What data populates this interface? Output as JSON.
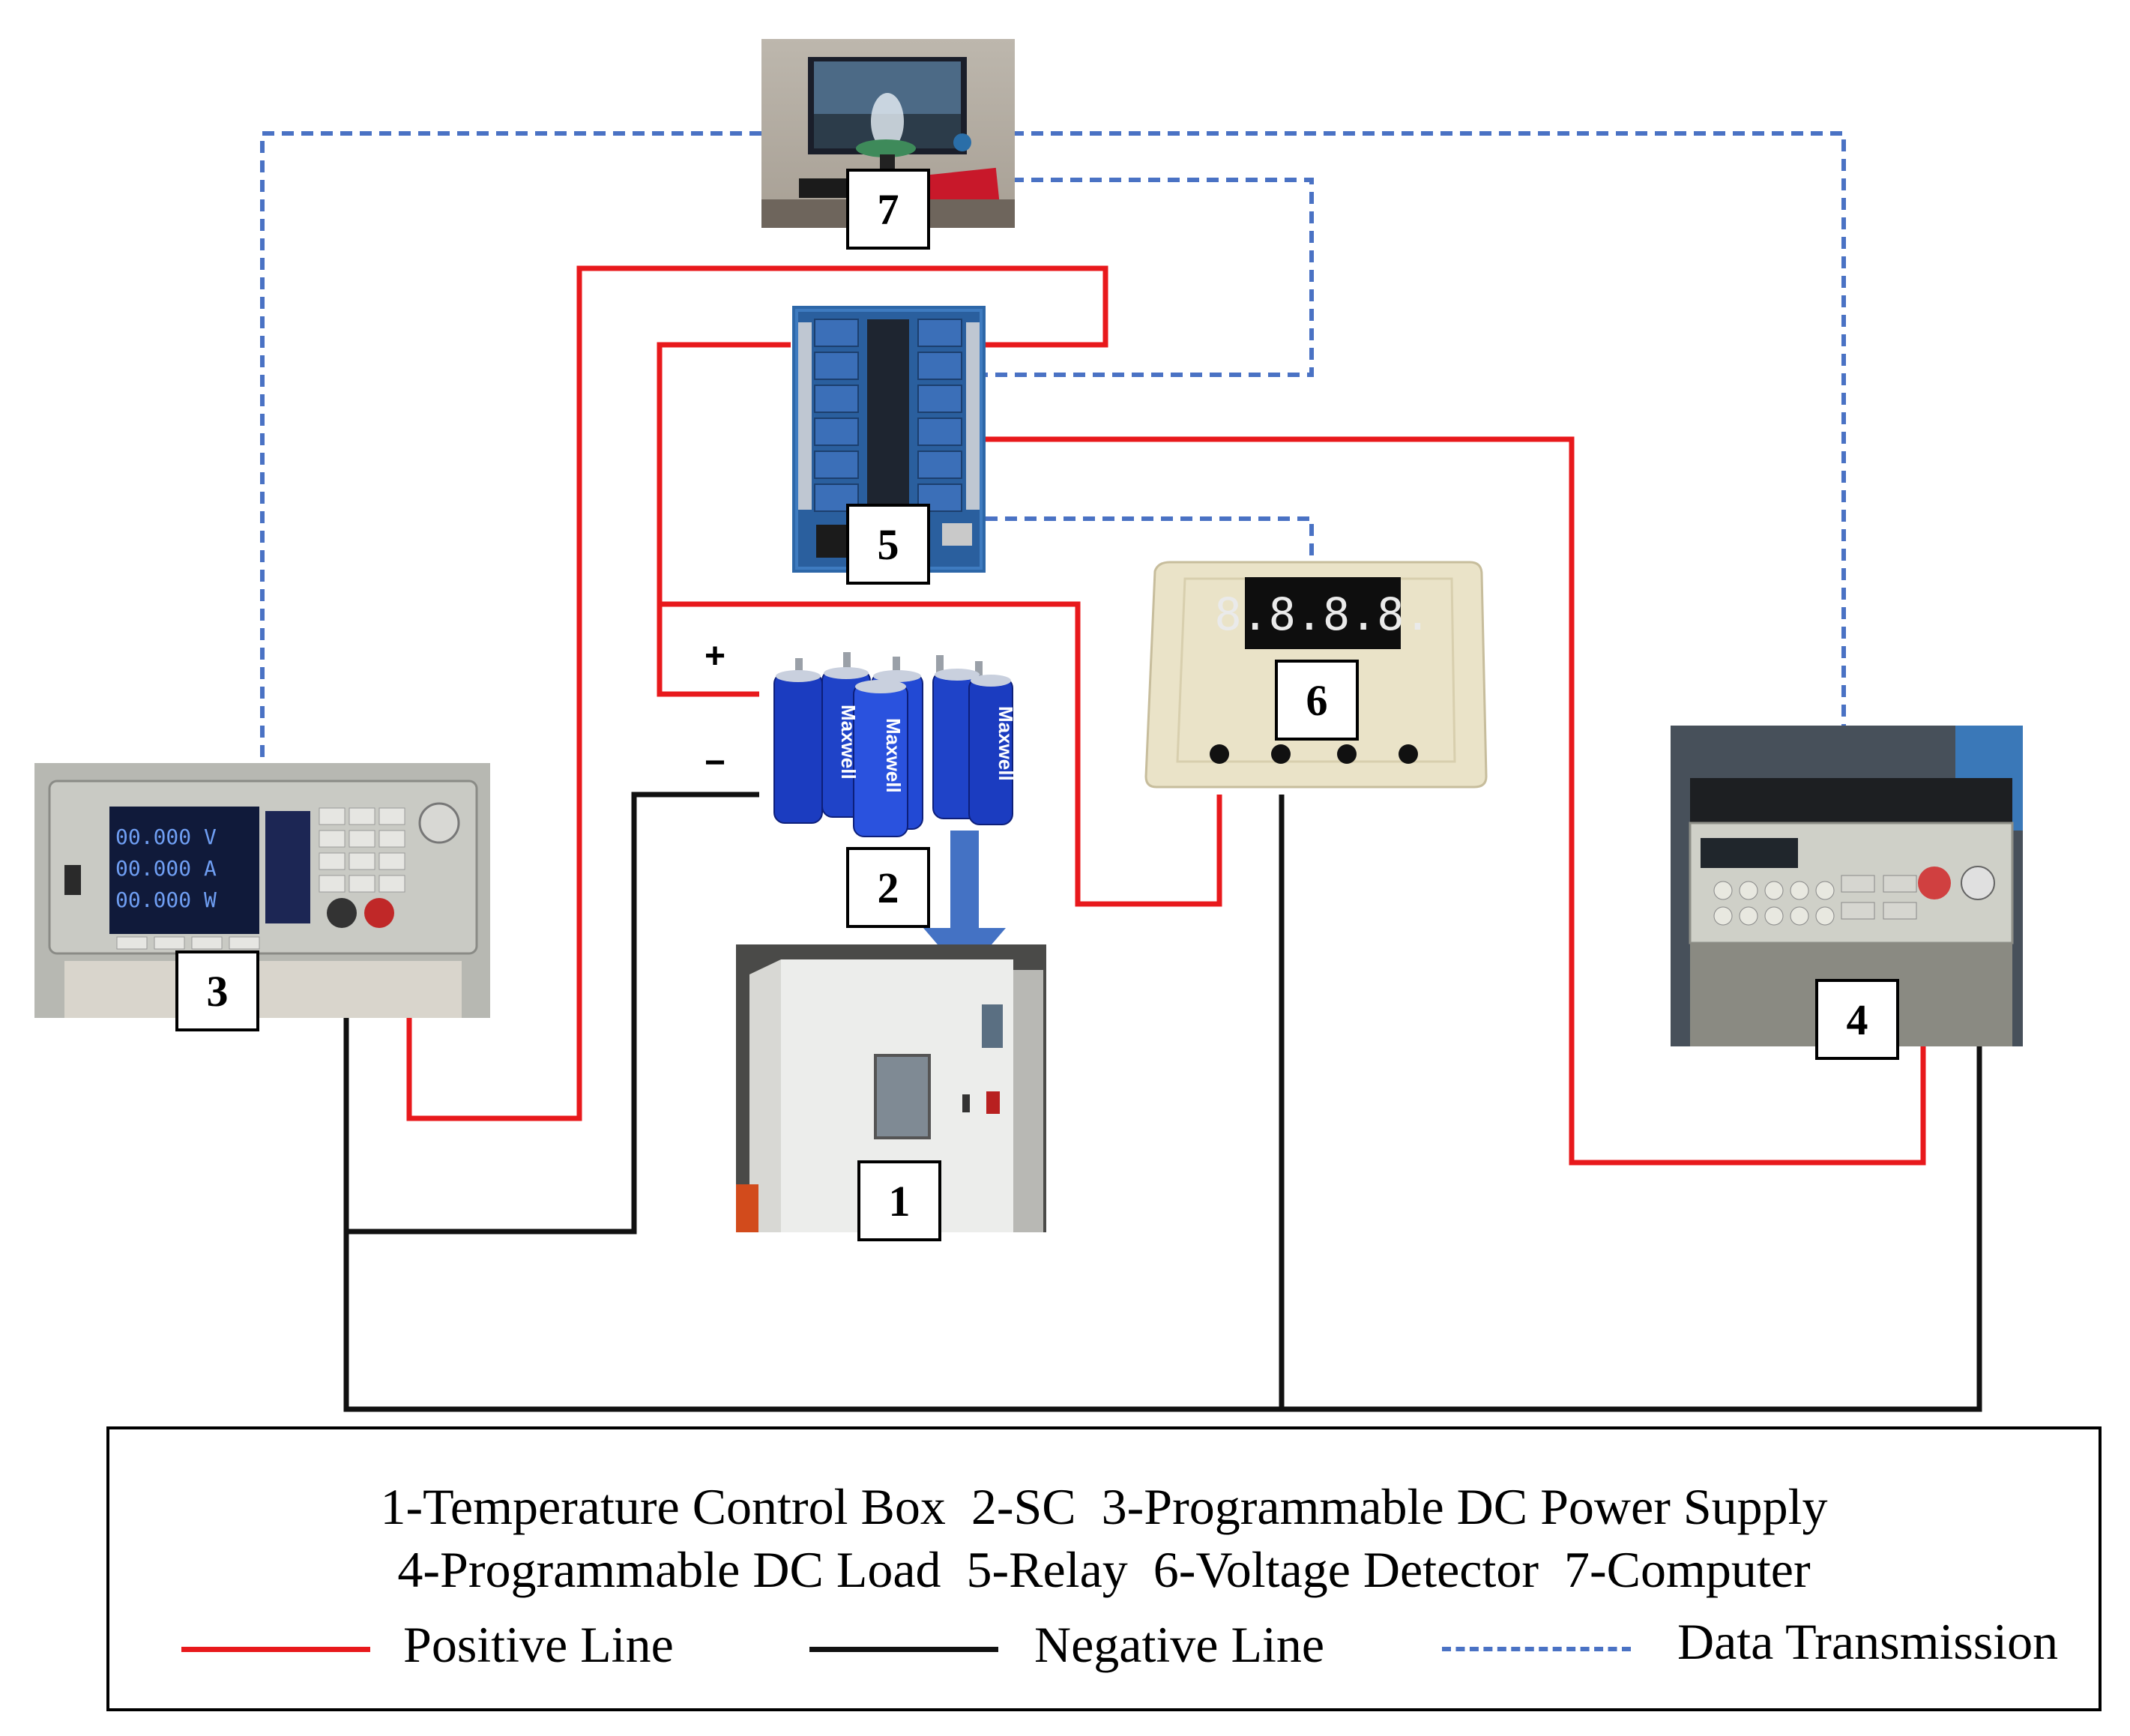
{
  "colors": {
    "positive": "#e8191c",
    "negative": "#111111",
    "data": "#4a72c4",
    "arrow": "#4472c4"
  },
  "devices": {
    "computer": {
      "number": "7",
      "icon": "computer-photo"
    },
    "relay": {
      "number": "5",
      "icon": "relay-board-photo"
    },
    "supercapacitor": {
      "number": "2",
      "icon": "supercapacitor-bank-photo",
      "brand": "Maxwell",
      "plus": "+",
      "minus": "−"
    },
    "voltage_detector": {
      "number": "6",
      "icon": "voltage-detector-photo",
      "display": "8.8.8.8."
    },
    "power_supply": {
      "number": "3",
      "icon": "dc-power-supply-photo",
      "readout": [
        "00.000 V",
        "00.000 A",
        "00.000 W"
      ]
    },
    "dc_load": {
      "number": "4",
      "icon": "dc-load-photo"
    },
    "temperature_box": {
      "number": "1",
      "icon": "temperature-chamber-photo"
    }
  },
  "legend": {
    "line1": "1-Temperature Control Box  2-SC  3-Programmable DC Power Supply",
    "line2": "4-Programmable DC Load  5-Relay  6-Voltage Detector  7-Computer",
    "positive_label": "Positive Line",
    "negative_label": "Negative Line",
    "data_label": "Data Transmission"
  }
}
